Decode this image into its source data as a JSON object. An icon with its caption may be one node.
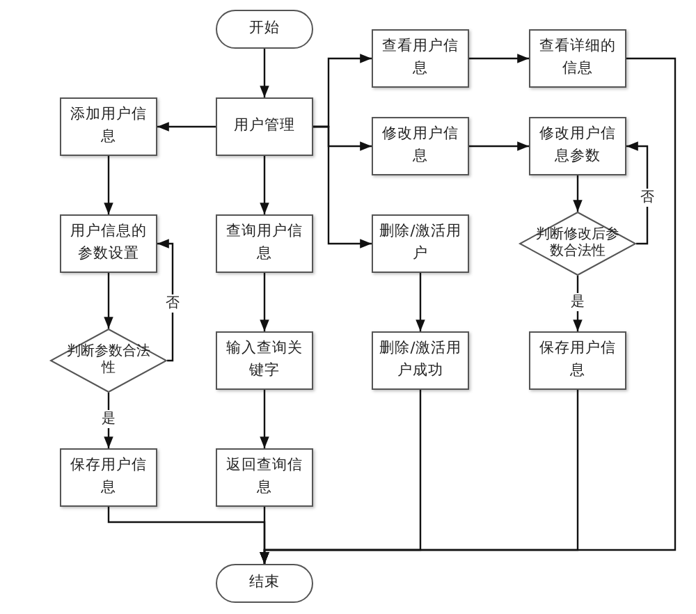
{
  "diagram": {
    "nodes": [
      {
        "text": [
          "开始"
        ]
      },
      {
        "text": [
          "用户管理"
        ]
      },
      {
        "text": [
          "添加用户信息"
        ]
      },
      {
        "text": [
          "查看用户信息"
        ]
      },
      {
        "text": [
          "查看详细的信息"
        ]
      },
      {
        "text": [
          "修改用户信息"
        ]
      },
      {
        "text": [
          "修改用户信息参数"
        ]
      },
      {
        "text": [
          "删除/激活用户"
        ]
      },
      {
        "text": [
          "判断修改后参数合法性"
        ]
      },
      {
        "text": [
          "用户信息的参数设置"
        ]
      },
      {
        "text": [
          "查询用户信息"
        ]
      },
      {
        "text": [
          "判断参数合法性"
        ]
      },
      {
        "text": [
          "输入查询关键字"
        ]
      },
      {
        "text": [
          "删除/激活用户成功"
        ]
      },
      {
        "text": [
          "保存用户信息"
        ]
      },
      {
        "text": [
          "保存用户信息"
        ]
      },
      {
        "text": [
          "返回查询信息"
        ]
      },
      {
        "text": [
          "结束"
        ]
      }
    ],
    "edges": [
      {
        "from": 0,
        "to": 1,
        "arrow": "to"
      },
      {
        "from": 1,
        "to": 2,
        "arrow": "to"
      },
      {
        "from": 1,
        "to": 3,
        "arrow": "to"
      },
      {
        "from": 1,
        "to": 5,
        "arrow": "to"
      },
      {
        "from": 1,
        "to": 7,
        "arrow": "to"
      },
      {
        "from": 3,
        "to": 4,
        "arrow": "to"
      },
      {
        "from": 5,
        "to": 6,
        "arrow": "to"
      },
      {
        "from": 6,
        "to": 8,
        "arrow": "to"
      },
      {
        "from": 8,
        "to": 6,
        "label": "否",
        "arrow": "to"
      },
      {
        "from": 8,
        "to": 14,
        "label": "是",
        "arrow": "to"
      },
      {
        "from": 7,
        "to": 13,
        "arrow": "to"
      },
      {
        "from": 2,
        "to": 9,
        "arrow": "to"
      },
      {
        "from": 9,
        "to": 11,
        "arrow": "to"
      },
      {
        "from": 11,
        "to": 9,
        "label": "否",
        "arrow": "to"
      },
      {
        "from": 11,
        "to": 15,
        "label": "是",
        "arrow": "to"
      },
      {
        "from": 1,
        "to": 10,
        "arrow": "to"
      },
      {
        "from": 10,
        "to": 12,
        "arrow": "to"
      },
      {
        "from": 12,
        "to": 16,
        "arrow": "to"
      },
      {
        "from": 15,
        "to": 17,
        "arrow": "to"
      },
      {
        "from": 16,
        "to": 17,
        "arrow": "to"
      },
      {
        "from": 13,
        "to": 17,
        "arrow": "to"
      },
      {
        "from": 14,
        "to": 17,
        "arrow": "to"
      },
      {
        "from": 4,
        "to": 17,
        "arrow": "to"
      }
    ]
  }
}
